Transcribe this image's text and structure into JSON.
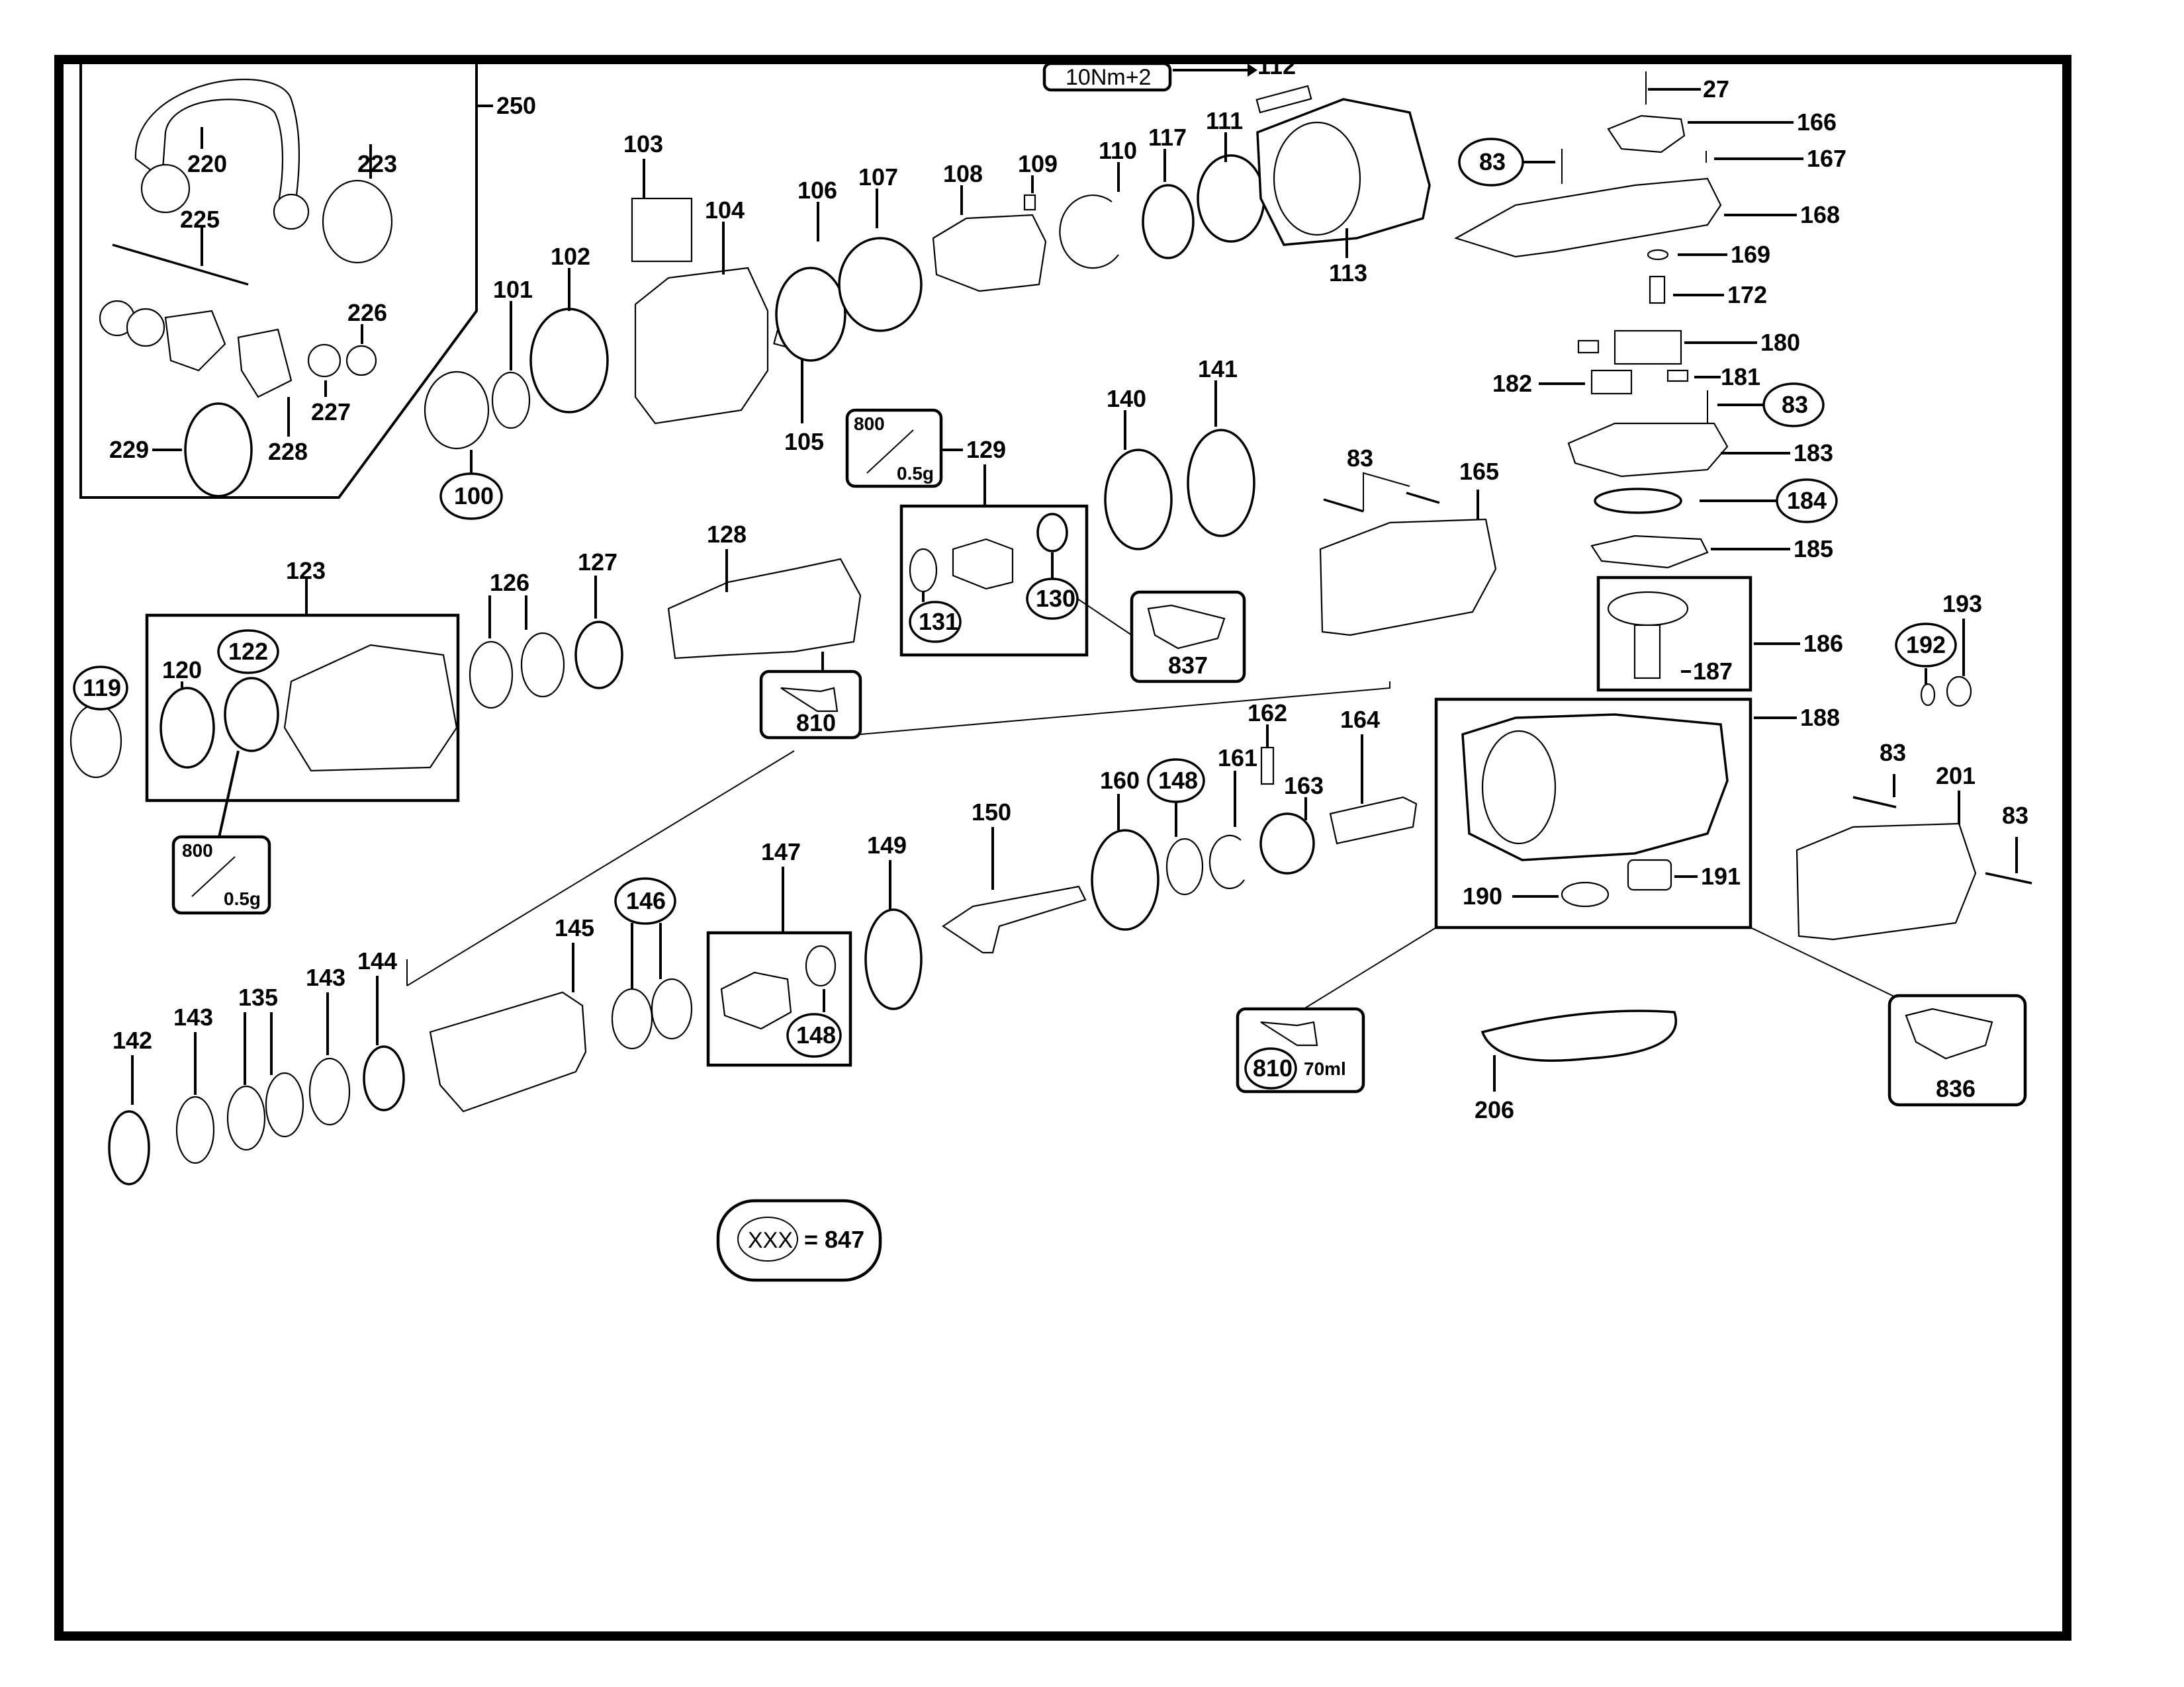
{
  "document": {
    "type": "exploded-parts-diagram",
    "torque_note": "10Nm+2",
    "legend": {
      "symbol": "XXX",
      "equals": "= 847"
    }
  },
  "labels": {
    "l250": "250",
    "l220": "220",
    "l223": "223",
    "l225": "225",
    "l226": "226",
    "l227": "227",
    "l228": "228",
    "l229": "229",
    "l100": "100",
    "l101": "101",
    "l102": "102",
    "l103": "103",
    "l104": "104",
    "l105": "105",
    "l106": "106",
    "l107": "107",
    "l108": "108",
    "l109": "109",
    "l110": "110",
    "l111": "111",
    "l112": "112",
    "l113": "113",
    "l117": "117",
    "l119": "119",
    "l120": "120",
    "l122": "122",
    "l123": "123",
    "l126": "126",
    "l127": "127",
    "l128": "128",
    "l129": "129",
    "l130": "130",
    "l131": "131",
    "l135": "135",
    "l140": "140",
    "l141": "141",
    "l142": "142",
    "l143a": "143",
    "l143b": "143",
    "l144": "144",
    "l145": "145",
    "l146": "146",
    "l147": "147",
    "l148a": "148",
    "l148b": "148",
    "l149": "149",
    "l150": "150",
    "l160": "160",
    "l161": "161",
    "l162": "162",
    "l163": "163",
    "l164": "164",
    "l165": "165",
    "l166": "166",
    "l167": "167",
    "l168": "168",
    "l169": "169",
    "l172": "172",
    "l180": "180",
    "l181": "181",
    "l182": "182",
    "l183": "183",
    "l184": "184",
    "l185": "185",
    "l186": "186",
    "l187": "187",
    "l188": "188",
    "l190": "190",
    "l191": "191",
    "l192": "192",
    "l193": "193",
    "l201": "201",
    "l206": "206",
    "l27": "27",
    "l83a": "83",
    "l83b": "83",
    "l83c": "83",
    "l83d": "83",
    "l83e": "83",
    "l836": "836",
    "l837": "837"
  },
  "lubricant_boxes": {
    "grease_a": {
      "code": "800",
      "qty": "0.5g"
    },
    "grease_b": {
      "code": "800",
      "qty": "0.5g"
    },
    "oil_a": {
      "code": "810"
    },
    "oil_b": {
      "code": "810",
      "qty": "70ml"
    }
  },
  "circled_labels": [
    "83",
    "100",
    "119",
    "122",
    "130",
    "131",
    "146",
    "148",
    "184",
    "192",
    "810"
  ]
}
